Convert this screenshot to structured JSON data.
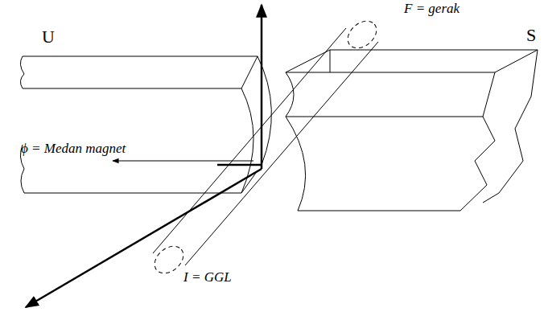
{
  "diagram": {
    "labels": [
      "U",
      "S",
      "F = gerak",
      "ϕ = Medan magnet",
      "I = GGL"
    ]
  }
}
